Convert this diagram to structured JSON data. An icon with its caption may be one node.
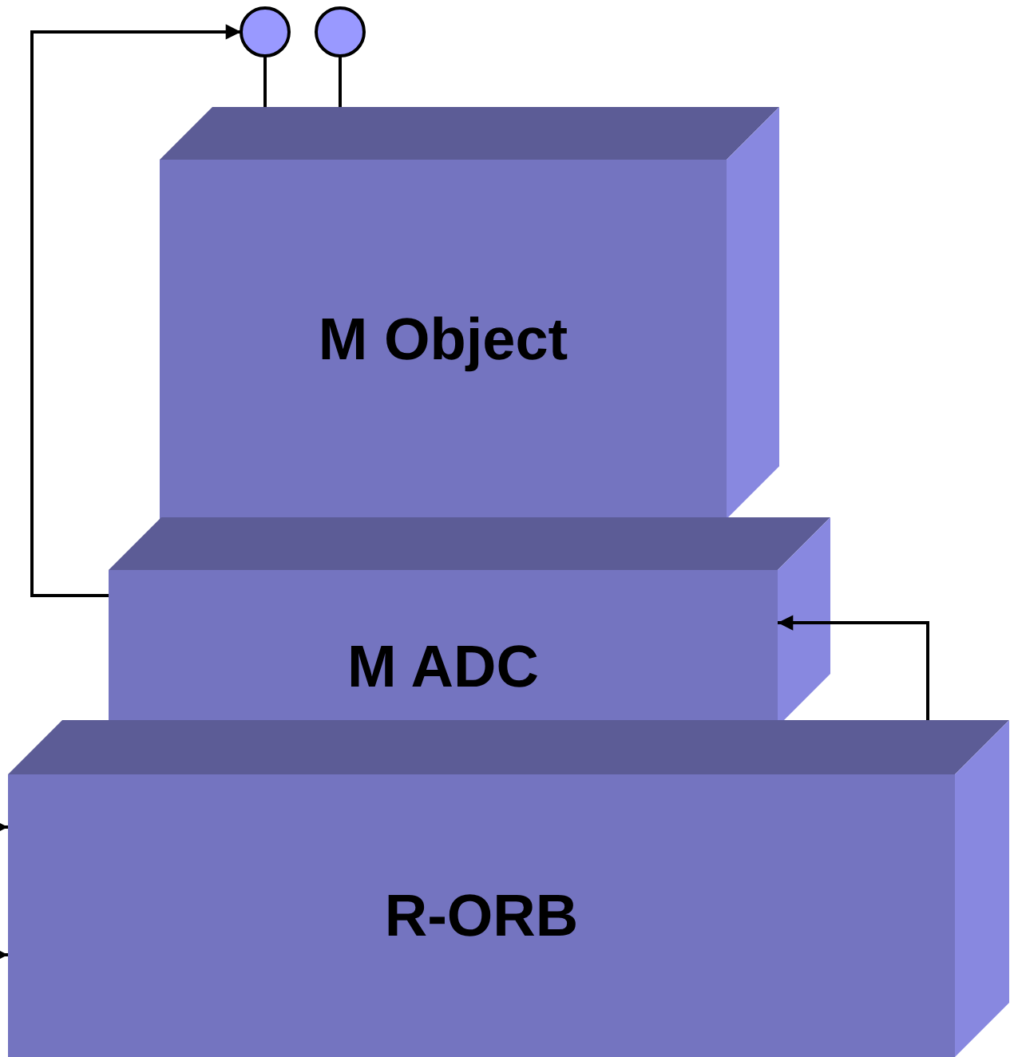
{
  "diagram": {
    "nodes": [
      {
        "text": [
          "M Object"
        ]
      },
      {
        "text": [
          "M ADC"
        ]
      },
      {
        "text": [
          "R-ORB"
        ]
      },
      {
        "text": [],
        "shape": "circle"
      },
      {
        "text": [],
        "shape": "circle"
      }
    ],
    "edges": [
      {
        "from": 3,
        "to": 0,
        "arrow": "none"
      },
      {
        "from": 4,
        "to": 0,
        "arrow": "none"
      },
      {
        "from": 1,
        "to": 3,
        "arrow": "to"
      },
      {
        "from": 2,
        "to": 1,
        "arrow": "to"
      },
      {
        "from": null,
        "to": 2,
        "arrow": "to"
      },
      {
        "from": null,
        "to": 2,
        "arrow": "to"
      }
    ]
  }
}
